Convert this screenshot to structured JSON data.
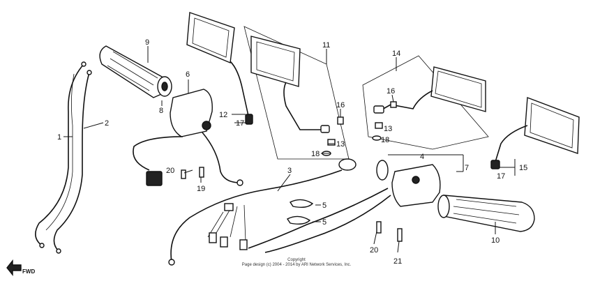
{
  "labels": {
    "p1": "1",
    "p2": "2",
    "p3": "3",
    "p4": "4",
    "p5a": "5",
    "p5b": "5",
    "p6": "6",
    "p7": "7",
    "p8": "8",
    "p9": "9",
    "p10": "10",
    "p11": "11",
    "p12": "12",
    "p13a": "13",
    "p13b": "13",
    "p14": "14",
    "p15": "15",
    "p16a": "16",
    "p16b": "16",
    "p17a": "17",
    "p17b": "17",
    "p18a": "18",
    "p18b": "18",
    "p19": "19",
    "p20a": "20",
    "p20b": "20",
    "p21": "21"
  },
  "fwd": "FWD",
  "copyright": {
    "line1": "Copyright",
    "line2": "Page design (c) 2004 - 2014 by ARI Network Services, Inc."
  }
}
